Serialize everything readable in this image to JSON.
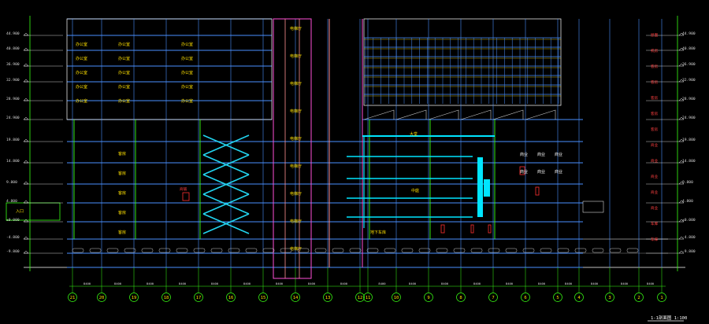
{
  "colors": {
    "background": "#000000",
    "grid_axis": "#ffffff",
    "structure_blue": "#4a90ff",
    "wall_magenta": "#ff4fd8",
    "wall_pink": "#ff9090",
    "glass_cyan": "#00e5ff",
    "escalator_cyan": "#22d3ee",
    "slab_red": "#ff3030",
    "text_yellow": "#ffe100",
    "column_green": "#39ff14",
    "ground_gray": "#888888"
  },
  "icons": {
    "car": "car-icon"
  },
  "drawing": {
    "title": "1-1剖面图  1:100",
    "grid_axes": [
      "21",
      "20",
      "19",
      "18",
      "17",
      "16",
      "15",
      "14",
      "13",
      "12",
      "11",
      "10",
      "9",
      "8",
      "7",
      "6",
      "5",
      "4",
      "3",
      "2",
      "1"
    ],
    "dimensions": [
      "8400",
      "8400",
      "8400",
      "8400",
      "8400",
      "8400",
      "8400",
      "8400",
      "8400",
      "8400",
      "8400",
      "8400",
      "8400",
      "8400",
      "8400",
      "8400",
      "8400",
      "8400",
      "8400",
      "8400"
    ],
    "left_levels": [
      "44.900",
      "40.800",
      "36.900",
      "32.900",
      "28.900",
      "24.900",
      "19.800",
      "14.800",
      "9.800",
      "4.800",
      "±0.000",
      "-4.800",
      "-9.800"
    ],
    "right_levels": [
      "44.900",
      "40.800",
      "36.900",
      "32.900",
      "28.900",
      "24.900",
      "19.800",
      "14.800",
      "9.800",
      "4.800",
      "±0.000",
      "-4.800",
      "-9.800"
    ],
    "room_labels_office": [
      "办公室",
      "办公室",
      "办公室",
      "办公室",
      "办公室"
    ],
    "room_labels_hotel": [
      "客房",
      "客房",
      "客房",
      "客房",
      "客房"
    ],
    "room_labels_core": [
      "电梯厅",
      "电梯厅",
      "电梯厅",
      "电梯厅",
      "电梯厅",
      "电梯厅",
      "电梯厅",
      "电梯厅",
      "电梯厅"
    ],
    "room_labels_retail": [
      "商业",
      "商业",
      "商业",
      "商业",
      "商业",
      "商业"
    ],
    "right_tags": [
      "屋面",
      "机房",
      "客房",
      "客房",
      "客房",
      "客房",
      "客房",
      "商业",
      "商业",
      "商业",
      "商业",
      "商业",
      "车库",
      "车库"
    ],
    "annotations": {
      "atrium": "中庭",
      "garage": "地下车库",
      "entrance": "入口",
      "shop": "商铺",
      "hall": "大堂"
    }
  }
}
